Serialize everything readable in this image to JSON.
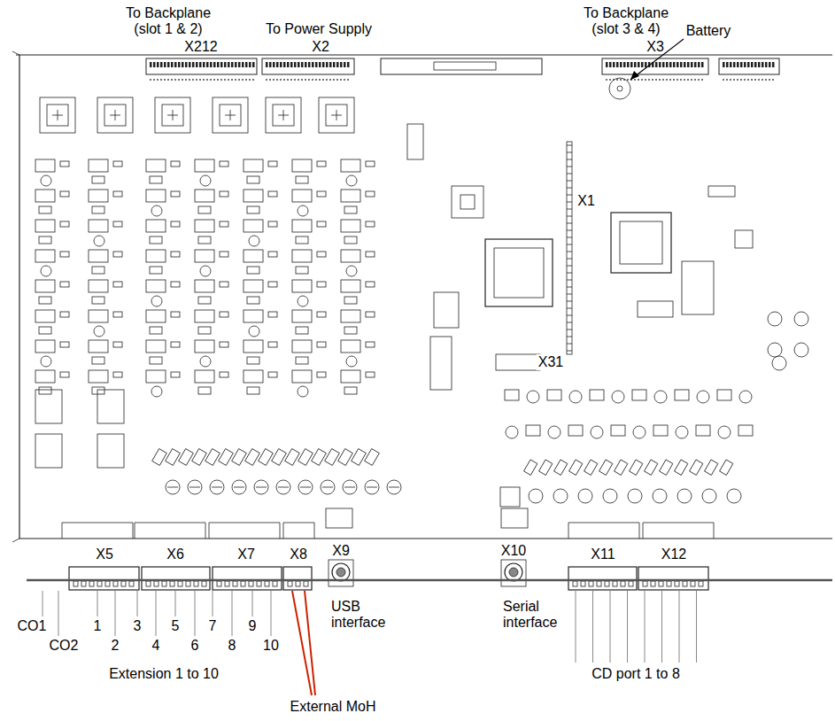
{
  "diagram": {
    "labels": [
      "To Backplane (slot 1 & 2)",
      "X212",
      "To Power Supply",
      "X2",
      "To Backplane (slot 3 & 4)",
      "X3",
      "Battery",
      "X1",
      "X31",
      "X5",
      "X6",
      "X7",
      "X8",
      "X9",
      "X10",
      "X11",
      "X12",
      "CO1",
      "1",
      "3",
      "5",
      "7",
      "9",
      "CO2",
      "2",
      "4",
      "6",
      "8",
      "10",
      "USB interface",
      "Serial interface",
      "Extension 1 to 10",
      "CD port 1 to 8",
      "External MoH"
    ]
  }
}
